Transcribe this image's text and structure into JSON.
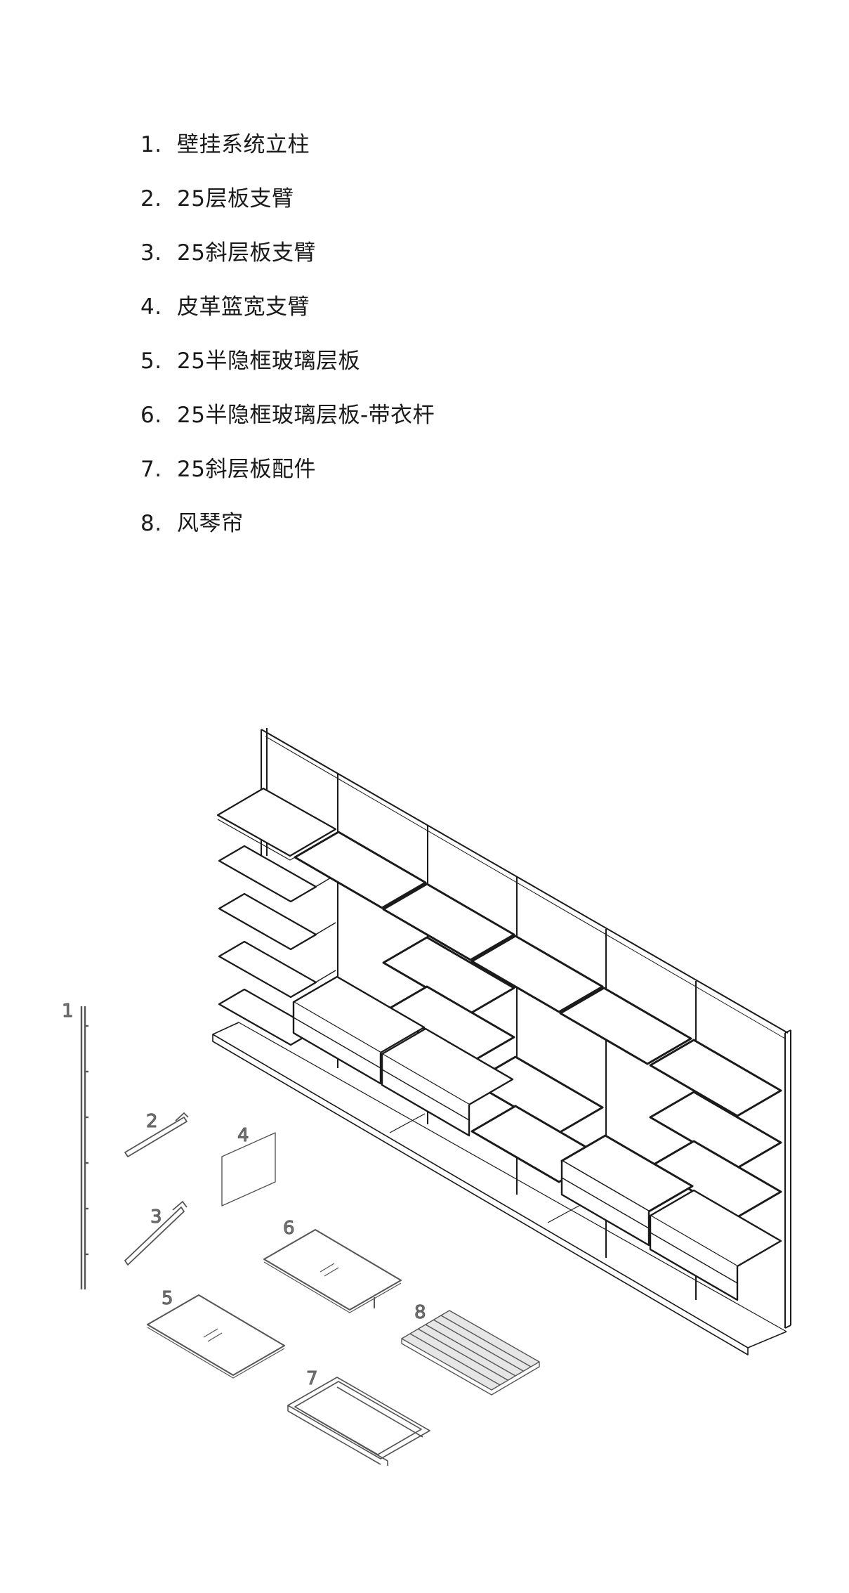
{
  "parts": [
    {
      "num": "1.",
      "name": "壁挂系统立柱"
    },
    {
      "num": "2.",
      "name": "25层板支臂"
    },
    {
      "num": "3.",
      "name": "25斜层板支臂"
    },
    {
      "num": "4.",
      "name": "皮革篮宽支臂"
    },
    {
      "num": "5.",
      "name": "25半隐框玻璃层板"
    },
    {
      "num": "6.",
      "name": "25半隐框玻璃层板-带衣杆"
    },
    {
      "num": "7.",
      "name": "25斜层板配件"
    },
    {
      "num": "8.",
      "name": "风琴帘"
    }
  ],
  "callouts": {
    "c1": "1",
    "c2": "2",
    "c3": "3",
    "c4": "4",
    "c5": "5",
    "c6": "6",
    "c7": "7",
    "c8": "8"
  },
  "colors": {
    "line": "#1a1a1a",
    "callout": "#777777",
    "part_line": "#555555"
  }
}
